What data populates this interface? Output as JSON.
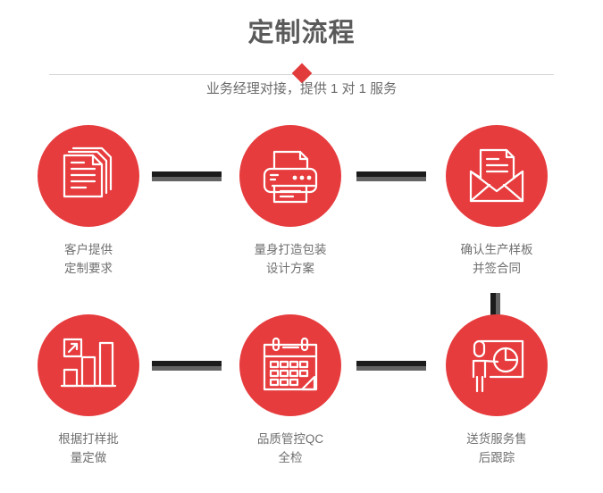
{
  "header": {
    "title": "定制流程",
    "subtitle": "业务经理对接，提供 1 对 1 服务",
    "diamond_color": "#e23b3b",
    "divider_color": "#d6d6d6",
    "title_color": "#5a5a5a"
  },
  "theme": {
    "circle_color": "#e73c3e",
    "connector_dark": "#1b1b1b",
    "connector_gray": "#636363",
    "label_color": "#6f6f6f",
    "background": "#ffffff"
  },
  "flow": {
    "rows": [
      {
        "steps": [
          {
            "icon": "documents-stack-icon",
            "label": "客户提供\n定制要求"
          },
          {
            "icon": "printer-icon",
            "label": "量身打造包装\n设计方案"
          },
          {
            "icon": "open-envelope-letter-icon",
            "label": "确认生产样板\n并签合同"
          }
        ]
      },
      {
        "steps": [
          {
            "icon": "bar-chart-growth-icon",
            "label": "根据打样批\n量定做"
          },
          {
            "icon": "calendar-edit-icon",
            "label": "品质管控QC\n全检"
          },
          {
            "icon": "presenter-pie-chart-icon",
            "label": "送货服务售\n后跟踪"
          }
        ]
      }
    ],
    "connectors": {
      "horizontal_count": 2,
      "vertical_count": 1
    }
  }
}
